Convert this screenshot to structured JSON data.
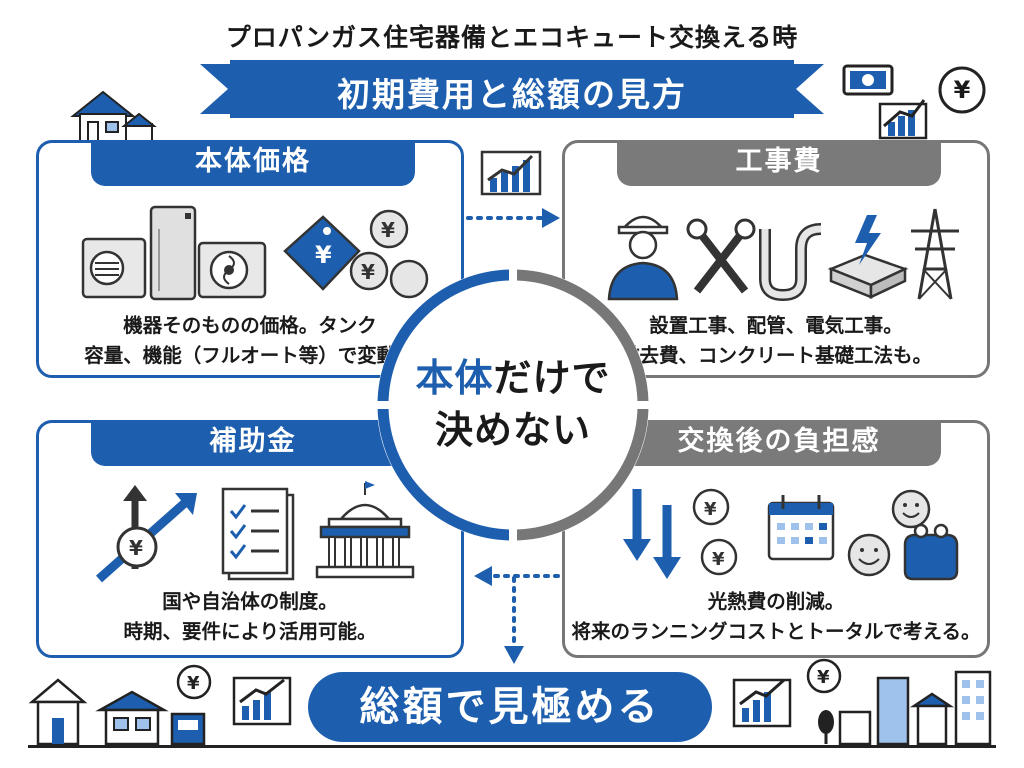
{
  "header": {
    "subtitle": "プロパンガス住宅器備とエコキュート交換える時",
    "title": "初期費用と総額の見方"
  },
  "cards": {
    "body_price": {
      "title": "本体価格",
      "line1": "機器そのものの価格。タンク",
      "line2": "容量、機能（フルオート等）で変動。",
      "icons": [
        "outdoor-unit-icon",
        "tank-unit-icon",
        "heat-pump-icon",
        "price-tag-icon",
        "coins-icon"
      ]
    },
    "construction": {
      "title": "工事費",
      "line1": "設置工事、配管、電気工事。",
      "line2": "撤去費、コンクリート基礎工法も。",
      "icons": [
        "worker-icon",
        "tools-icon",
        "pipe-icon",
        "foundation-icon",
        "power-tower-icon"
      ]
    },
    "subsidy": {
      "title": "補助金",
      "line1": "国や自治体の制度。",
      "line2": "時期、要件により活用可能。",
      "icons": [
        "yen-arrows-icon",
        "checklist-icon",
        "government-building-icon"
      ]
    },
    "burden": {
      "title": "交換後の負担感",
      "line1": "光熱費の削減。",
      "line2": "将来のランニングコストとトータルで考える。",
      "icons": [
        "down-arrows-icon",
        "yen-coins-icon",
        "calendar-icon",
        "smiley-faces-icon",
        "wallet-icon"
      ]
    }
  },
  "center": {
    "line1_blue": "本体",
    "line1_rest": "だけで",
    "line2": "決めない"
  },
  "bottom": {
    "label": "総額で見極める"
  },
  "yen_symbol": "¥",
  "colors": {
    "accent_blue": "#1d5fae",
    "gray": "#777777",
    "dark": "#1a1a1a"
  }
}
